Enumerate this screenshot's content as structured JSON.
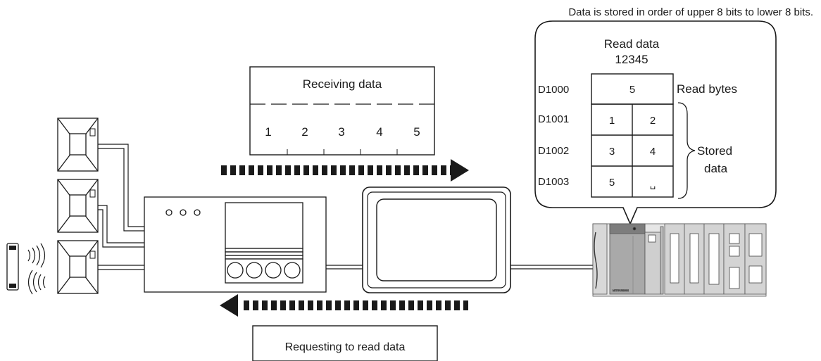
{
  "note": "Data is stored in order of upper 8 bits to lower 8 bits.",
  "receiving_box": {
    "title": "Receiving data",
    "values": [
      "1",
      "2",
      "3",
      "4",
      "5"
    ]
  },
  "request_box": {
    "title": "Requesting to read data"
  },
  "callout": {
    "title_line1": "Read data",
    "title_line2": "12345",
    "read_bytes_label": "Read bytes",
    "stored_label_line1": "Stored",
    "stored_label_line2": "data",
    "rows": [
      {
        "device": "D1000",
        "cells": [
          "5"
        ]
      },
      {
        "device": "D1001",
        "cells": [
          "1",
          "2"
        ]
      },
      {
        "device": "D1002",
        "cells": [
          "3",
          "4"
        ]
      },
      {
        "device": "D1003",
        "cells": [
          "5",
          "␣"
        ]
      }
    ]
  },
  "plc_brand": "MITSUBISHI"
}
